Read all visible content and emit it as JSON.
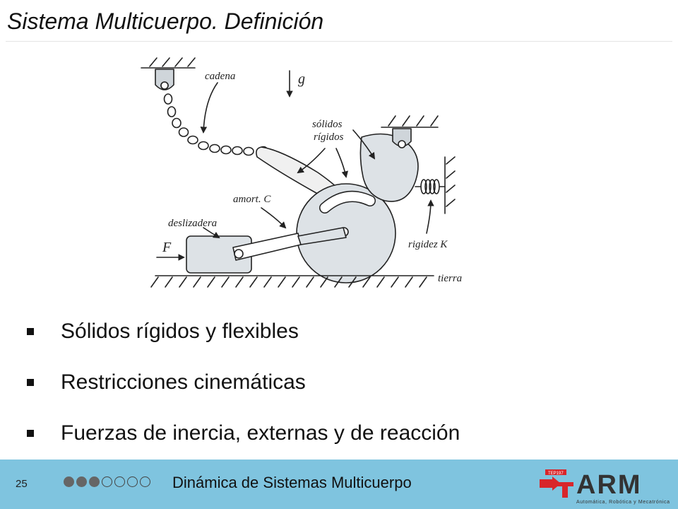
{
  "slide": {
    "title": "Sistema Multicuerpo. Definición",
    "diagram": {
      "labels": {
        "cadena": "cadena",
        "g": "g",
        "solidos_1": "sólidos",
        "solidos_2": "rígidos",
        "amort": "amort. C",
        "deslizadera": "deslizadera",
        "F": "F",
        "rigidez": "rigidez K",
        "tierra": "tierra"
      }
    },
    "bullets": [
      "Sólidos rígidos y flexibles",
      "Restricciones cinemáticas",
      "Fuerzas de inercia, externas y de reacción"
    ]
  },
  "footer": {
    "page_number": "25",
    "progress": {
      "filled": 3,
      "total": 7
    },
    "course_title": "Dinámica de Sistemas Multicuerpo",
    "logo": {
      "text": "ARM",
      "tagline": "Automática, Robótica y Mecatrónica",
      "badge": "TEP197"
    }
  },
  "colors": {
    "footer_bg": "#7fc4df",
    "logo_red": "#d8262b",
    "logo_dark": "#333333"
  }
}
